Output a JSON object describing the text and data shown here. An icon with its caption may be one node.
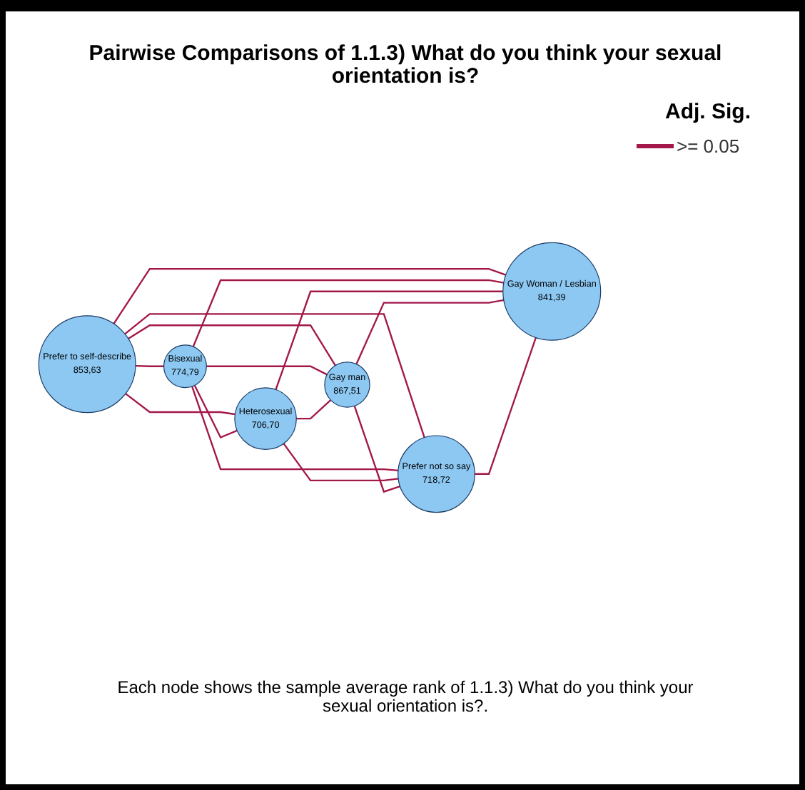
{
  "diagram": {
    "title": "Pairwise Comparisons of 1.1.3) What do you think your sexual orientation is?",
    "caption": "Each node shows the sample average rank of 1.1.3) What do you think your sexual orientation is?.",
    "nodes": [
      {
        "text": [
          "Prefer to self-describe",
          "853,63"
        ]
      },
      {
        "text": [
          "Bisexual",
          "774,79"
        ]
      },
      {
        "text": [
          "Heterosexual",
          "706,70"
        ]
      },
      {
        "text": [
          "Gay man",
          "867,51"
        ]
      },
      {
        "text": [
          "Prefer not so say",
          "718,72"
        ]
      },
      {
        "text": [
          "Gay Woman / Lesbian",
          "841,39"
        ]
      }
    ],
    "edges": [
      {
        "from": 0,
        "to": 1,
        "arrow": "none"
      },
      {
        "from": 0,
        "to": 2,
        "arrow": "none"
      },
      {
        "from": 0,
        "to": 3,
        "arrow": "none"
      },
      {
        "from": 0,
        "to": 4,
        "arrow": "none"
      },
      {
        "from": 0,
        "to": 5,
        "arrow": "none"
      },
      {
        "from": 1,
        "to": 2,
        "arrow": "none"
      },
      {
        "from": 1,
        "to": 3,
        "arrow": "none"
      },
      {
        "from": 1,
        "to": 4,
        "arrow": "none"
      },
      {
        "from": 1,
        "to": 5,
        "arrow": "none"
      },
      {
        "from": 2,
        "to": 3,
        "arrow": "none"
      },
      {
        "from": 2,
        "to": 4,
        "arrow": "none"
      },
      {
        "from": 2,
        "to": 5,
        "arrow": "none"
      },
      {
        "from": 3,
        "to": 4,
        "arrow": "none"
      },
      {
        "from": 3,
        "to": 5,
        "arrow": "none"
      },
      {
        "from": 4,
        "to": 5,
        "arrow": "none"
      }
    ],
    "labels": [
      "Adj. Sig."
    ],
    "legend": [
      {
        "text": ">= 0.05"
      }
    ]
  }
}
